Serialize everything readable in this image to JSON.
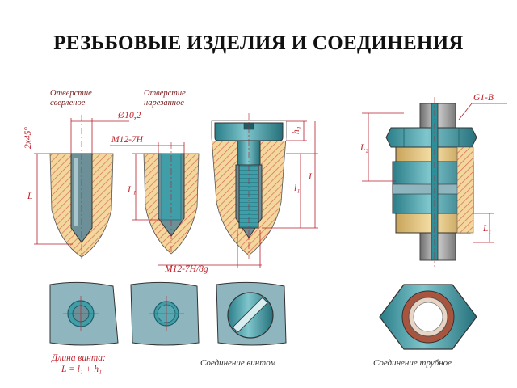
{
  "title": "РЕЗЬБОВЫЕ ИЗДЕЛИЯ И СОЕДИНЕНИЯ",
  "labels": {
    "hole_drilled_1": "Отверстие",
    "hole_drilled_2": "сверленое",
    "hole_tapped_1": "Отверстие",
    "hole_tapped_2": "нарезанное",
    "diameter": "Ø10,2",
    "chamfer": "2x45°",
    "thread_m12_7h": "M12-7H",
    "thread_fit": "M12-7H/8g",
    "dim_L": "L",
    "dim_L1": "L₁",
    "dim_l1": "l₁",
    "dim_h1": "h₁",
    "pipe_thread": "G1-B",
    "dim_L2": "L₂",
    "dim_L1_pipe": "L₁",
    "screw_length_1": "Длина винта:",
    "screw_length_2": "L = l₁ + h₁",
    "screw_joint": "Соединение винтом",
    "pipe_joint": "Соединение трубное"
  },
  "colors": {
    "material": "#f3d79c",
    "hatch": "#d46c58",
    "steel": "#3f9ea8",
    "steel_dark": "#1f6d78",
    "bore": "#6d8f98",
    "dimension": "#b51f2a",
    "plate": "#8fb6bf",
    "pipe": "#9a9a9a"
  }
}
